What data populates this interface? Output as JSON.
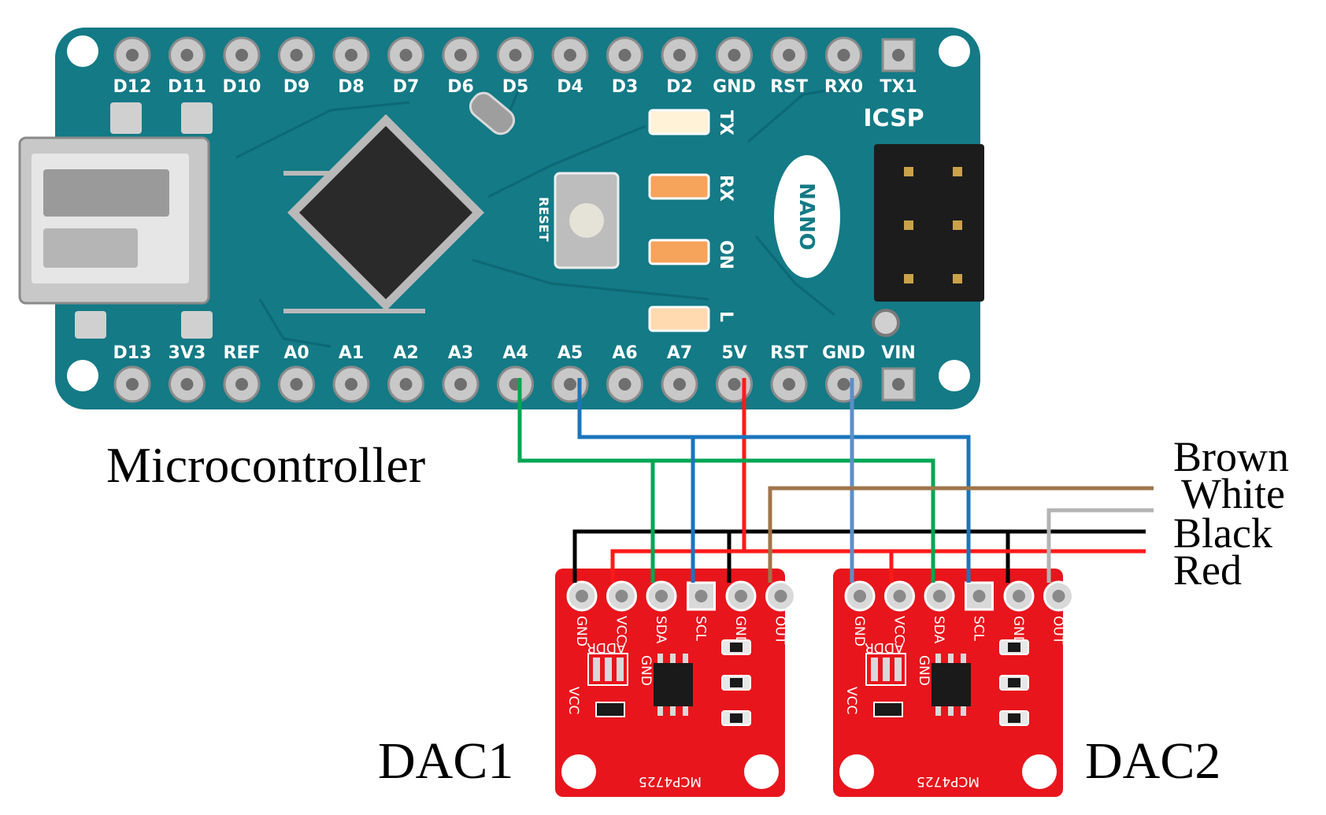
{
  "labels": {
    "microcontroller": "Microcontroller",
    "dac1": "DAC1",
    "dac2": "DAC2"
  },
  "wire_legend": [
    "Brown",
    "White",
    "Black",
    "Red"
  ],
  "board": {
    "top_pins": [
      "D12",
      "D11",
      "D10",
      "D9",
      "D8",
      "D7",
      "D6",
      "D5",
      "D4",
      "D3",
      "D2",
      "GND",
      "RST",
      "RX0",
      "TX1"
    ],
    "bottom_pins": [
      "D13",
      "3V3",
      "REF",
      "A0",
      "A1",
      "A2",
      "A3",
      "A4",
      "A5",
      "A6",
      "A7",
      "5V",
      "RST",
      "GND",
      "VIN"
    ],
    "icsp": "ICSP",
    "reset": "RESET",
    "nano": "NANO",
    "leds": [
      "TX",
      "RX",
      "ON",
      "L"
    ]
  },
  "dac": {
    "pins": [
      "GND",
      "VCC",
      "SDA",
      "SCL",
      "GND",
      "OUT"
    ],
    "addr": "ADDR",
    "vcc": "VCC",
    "gnd": "GND",
    "chip": "MCP4725"
  },
  "colors": {
    "board": "#137a86",
    "dac_board": "#e8151c",
    "wire_green": "#00a651",
    "wire_blue": "#1b75bc",
    "wire_red": "#ff1a1a",
    "wire_black": "#000000",
    "wire_brown": "#a0754b",
    "wire_white": "#b3b3b3",
    "wire_gnd2": "#5b8fc9"
  }
}
